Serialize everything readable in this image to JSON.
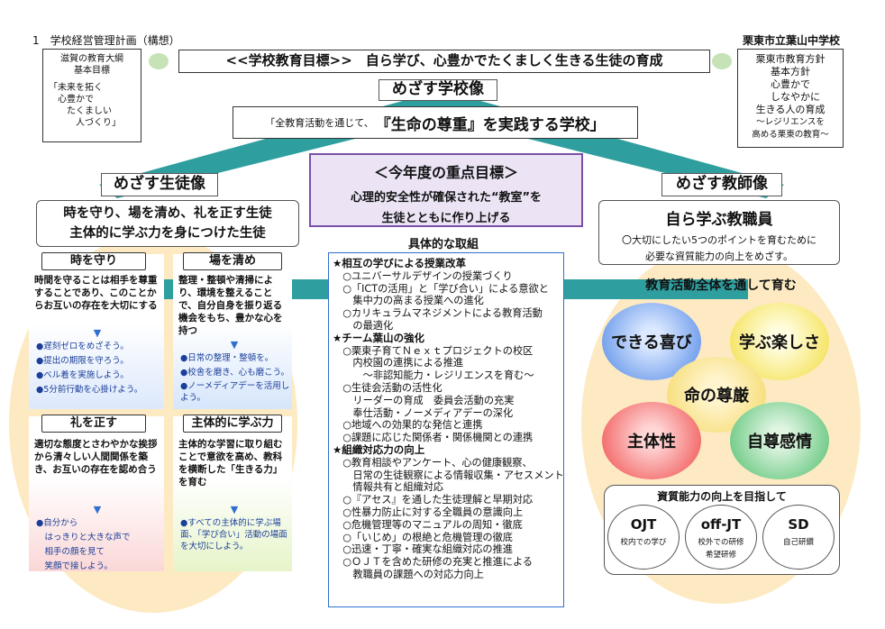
{
  "header": {
    "left": "1　学校経営管理計画（構想）",
    "right": "栗東市立葉山中学校"
  },
  "shiga_box": [
    "滋賀の教育大綱",
    "基本目標",
    "",
    "「未来を拓く",
    "　心豊かで",
    "　　たくましい",
    "　　　人づくり」"
  ],
  "ritto_box": [
    "栗東市教育方針",
    "基本方針",
    "心豊かで",
    "　しなやかに",
    "生きる人の育成",
    "～レジリエンスを",
    "高める栗東の教育～"
  ],
  "main_goal": "<<学校教育目標>>　自ら学び、心豊かでたくましく生きる生徒の育成",
  "school_image_label": "めざす学校像",
  "school_image_prefix": "「全教育活動を通じて、",
  "school_image_main": "『生命の尊重』を実践する学校」",
  "focus": {
    "title": "＜今年度の重点目標＞",
    "line1": "心理的安全性が確保された“教室”を",
    "line2": "生徒とともに作り上げる"
  },
  "student": {
    "label": "めざす生徒像",
    "line1": "時を守り、場を清め、礼を正す生徒",
    "line2": "主体的に学ぶ力を身につけた生徒"
  },
  "boxes": [
    {
      "title": "時を守り",
      "text": "時間を守ることは相手を尊重することであり、このことからお互いの存在を大切にする",
      "bullets": [
        "●遅刻ゼロをめざそう。",
        "●提出の期限を守ろう。",
        "●ベル着を実施しよう。",
        "●5分前行動を心掛けよう。"
      ]
    },
    {
      "title": "場を清め",
      "text": "整理・整頓や清掃により、環境を整えることで、自分自身を振り返る機会をもち、豊かな心を持つ",
      "bullets": [
        "●日常の整理・整頓を。",
        "●校舎を磨き、心も磨こう。",
        "●ノーメディアデーを活用しよう。"
      ]
    },
    {
      "title": "礼を正す",
      "text": "適切な態度とさわやかな挨拶から清々しい人間関係を築き、お互いの存在を認め合う",
      "bullets": [
        "●自分から",
        "　はっきりと大きな声で",
        "　相手の顔を見て",
        "　笑顔で接しよう。"
      ]
    },
    {
      "title": "主体的に学ぶ力",
      "text": "主体的な学習に取り組むことで意欲を高め、教科を横断した「生きる力」を育む",
      "bullets": [
        "●すべての主体的に学ぶ場面、「学び合い」活動の場面を大切にしよう。"
      ]
    }
  ],
  "concrete": {
    "title": "具体的な取組",
    "lines": [
      {
        "t": "★相互の学びによる授業改革",
        "h": true
      },
      {
        "t": "　○ユニバーサルデザインの授業づくり",
        "h": false
      },
      {
        "t": "　○「ICTの活用」と「学び合い」による意欲と",
        "h": false
      },
      {
        "t": "　　集中力の高まる授業への進化",
        "h": false
      },
      {
        "t": "　○カリキュラムマネジメントによる教育活動",
        "h": false
      },
      {
        "t": "　　の最適化",
        "h": false
      },
      {
        "t": "★チーム葉山の強化",
        "h": true
      },
      {
        "t": "　○栗東子育てＮｅｘｔプロジェクトの校区",
        "h": false
      },
      {
        "t": "　　内校園の連携による推進",
        "h": false
      },
      {
        "t": "　　　～非認知能力・レジリエンスを育む～",
        "h": false
      },
      {
        "t": "　○生徒会活動の活性化",
        "h": false
      },
      {
        "t": "　　リーダーの育成　委員会活動の充実",
        "h": false
      },
      {
        "t": "　　奉仕活動・ノーメディアデーの深化",
        "h": false
      },
      {
        "t": "　○地域への効果的な発信と連携",
        "h": false
      },
      {
        "t": "　○課題に応じた関係者・関係機関との連携",
        "h": false
      },
      {
        "t": "★組織対応力の向上",
        "h": true
      },
      {
        "t": "　○教育相談やアンケート、心の健康観察、",
        "h": false
      },
      {
        "t": "　　日常の生徒観察による情報収集・アセスメント・",
        "h": false
      },
      {
        "t": "　　情報共有と組織対応",
        "h": false
      },
      {
        "t": "　○『アセス』を通した生徒理解と早期対応",
        "h": false
      },
      {
        "t": "　○性暴力防止に対する全職員の意識向上",
        "h": false
      },
      {
        "t": "　○危機管理等のマニュアルの周知・徹底",
        "h": false
      },
      {
        "t": "　○「いじめ」の根絶と危機管理の徹底",
        "h": false
      },
      {
        "t": "　○迅速・丁寧・確実な組織対応の推進",
        "h": false
      },
      {
        "t": "　○ＯＪＴを含めた研修の充実と推進による",
        "h": false
      },
      {
        "t": "　　教職員の課題への対応力向上",
        "h": false
      }
    ]
  },
  "teacher": {
    "label": "めざす教師像",
    "title": "自ら学ぶ教職員",
    "line1": "〇大切にしたい5つのポイントを育むために",
    "line2": "必要な資質能力の向上をめざす。"
  },
  "nurture": {
    "title": "教育活動全体を通して育む",
    "c1": "できる喜び",
    "c2": "学ぶ楽しさ",
    "c3": "命の尊厳",
    "c4": "主体性",
    "c5": "自尊感情"
  },
  "quality": {
    "title": "資質能力の向上を目指して",
    "items": [
      {
        "name": "OJT",
        "sub1": "校内での学び",
        "sub2": ""
      },
      {
        "name": "off-JT",
        "sub1": "校外での研修",
        "sub2": "希望研修"
      },
      {
        "name": "SD",
        "sub1": "自己研鑽",
        "sub2": ""
      }
    ]
  },
  "colors": {
    "teal": "#2f9e9e",
    "purple": "#7b4fa8",
    "lavender": "#ece4f5",
    "peach": "#fbe7b8",
    "blue": "#2f6fd0",
    "green": "#4dbd6a",
    "yellow": "#f6e65a",
    "red": "#ef4747"
  }
}
